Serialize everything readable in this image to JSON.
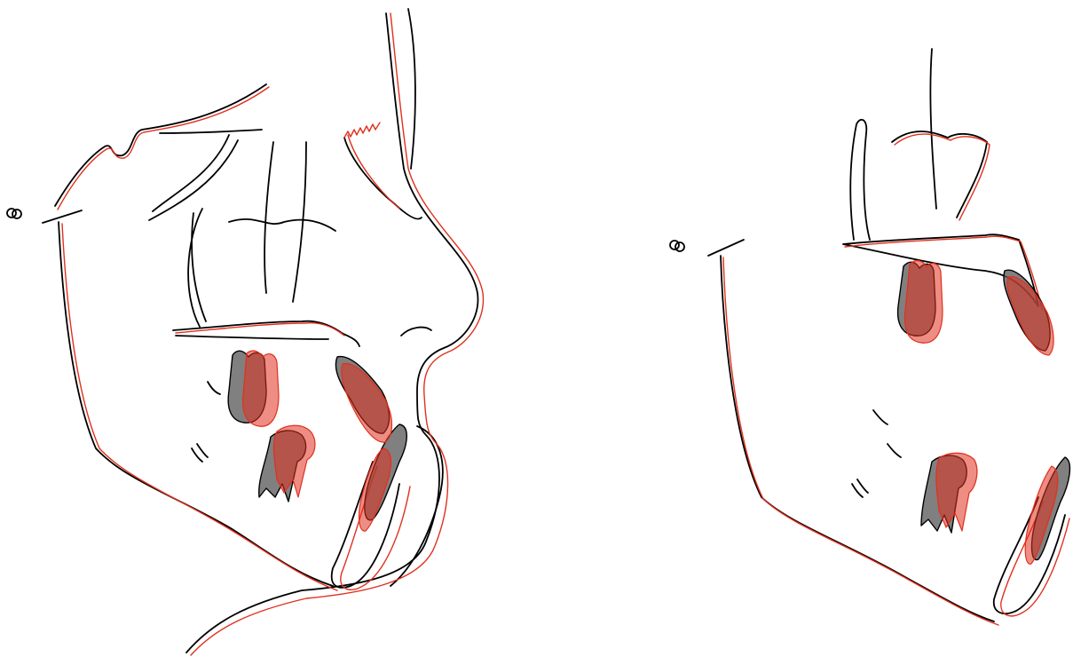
{
  "figure": {
    "colors": {
      "before_outline": "#000000",
      "after_outline": "#e0301e",
      "before_tooth_fill": "#555555",
      "after_tooth_fill": "#e0301e"
    },
    "panels": [
      {
        "id": "full-face",
        "view": "superimposition-cranial-base"
      },
      {
        "id": "regional",
        "view": "superimposition-maxilla-mandible"
      }
    ]
  }
}
